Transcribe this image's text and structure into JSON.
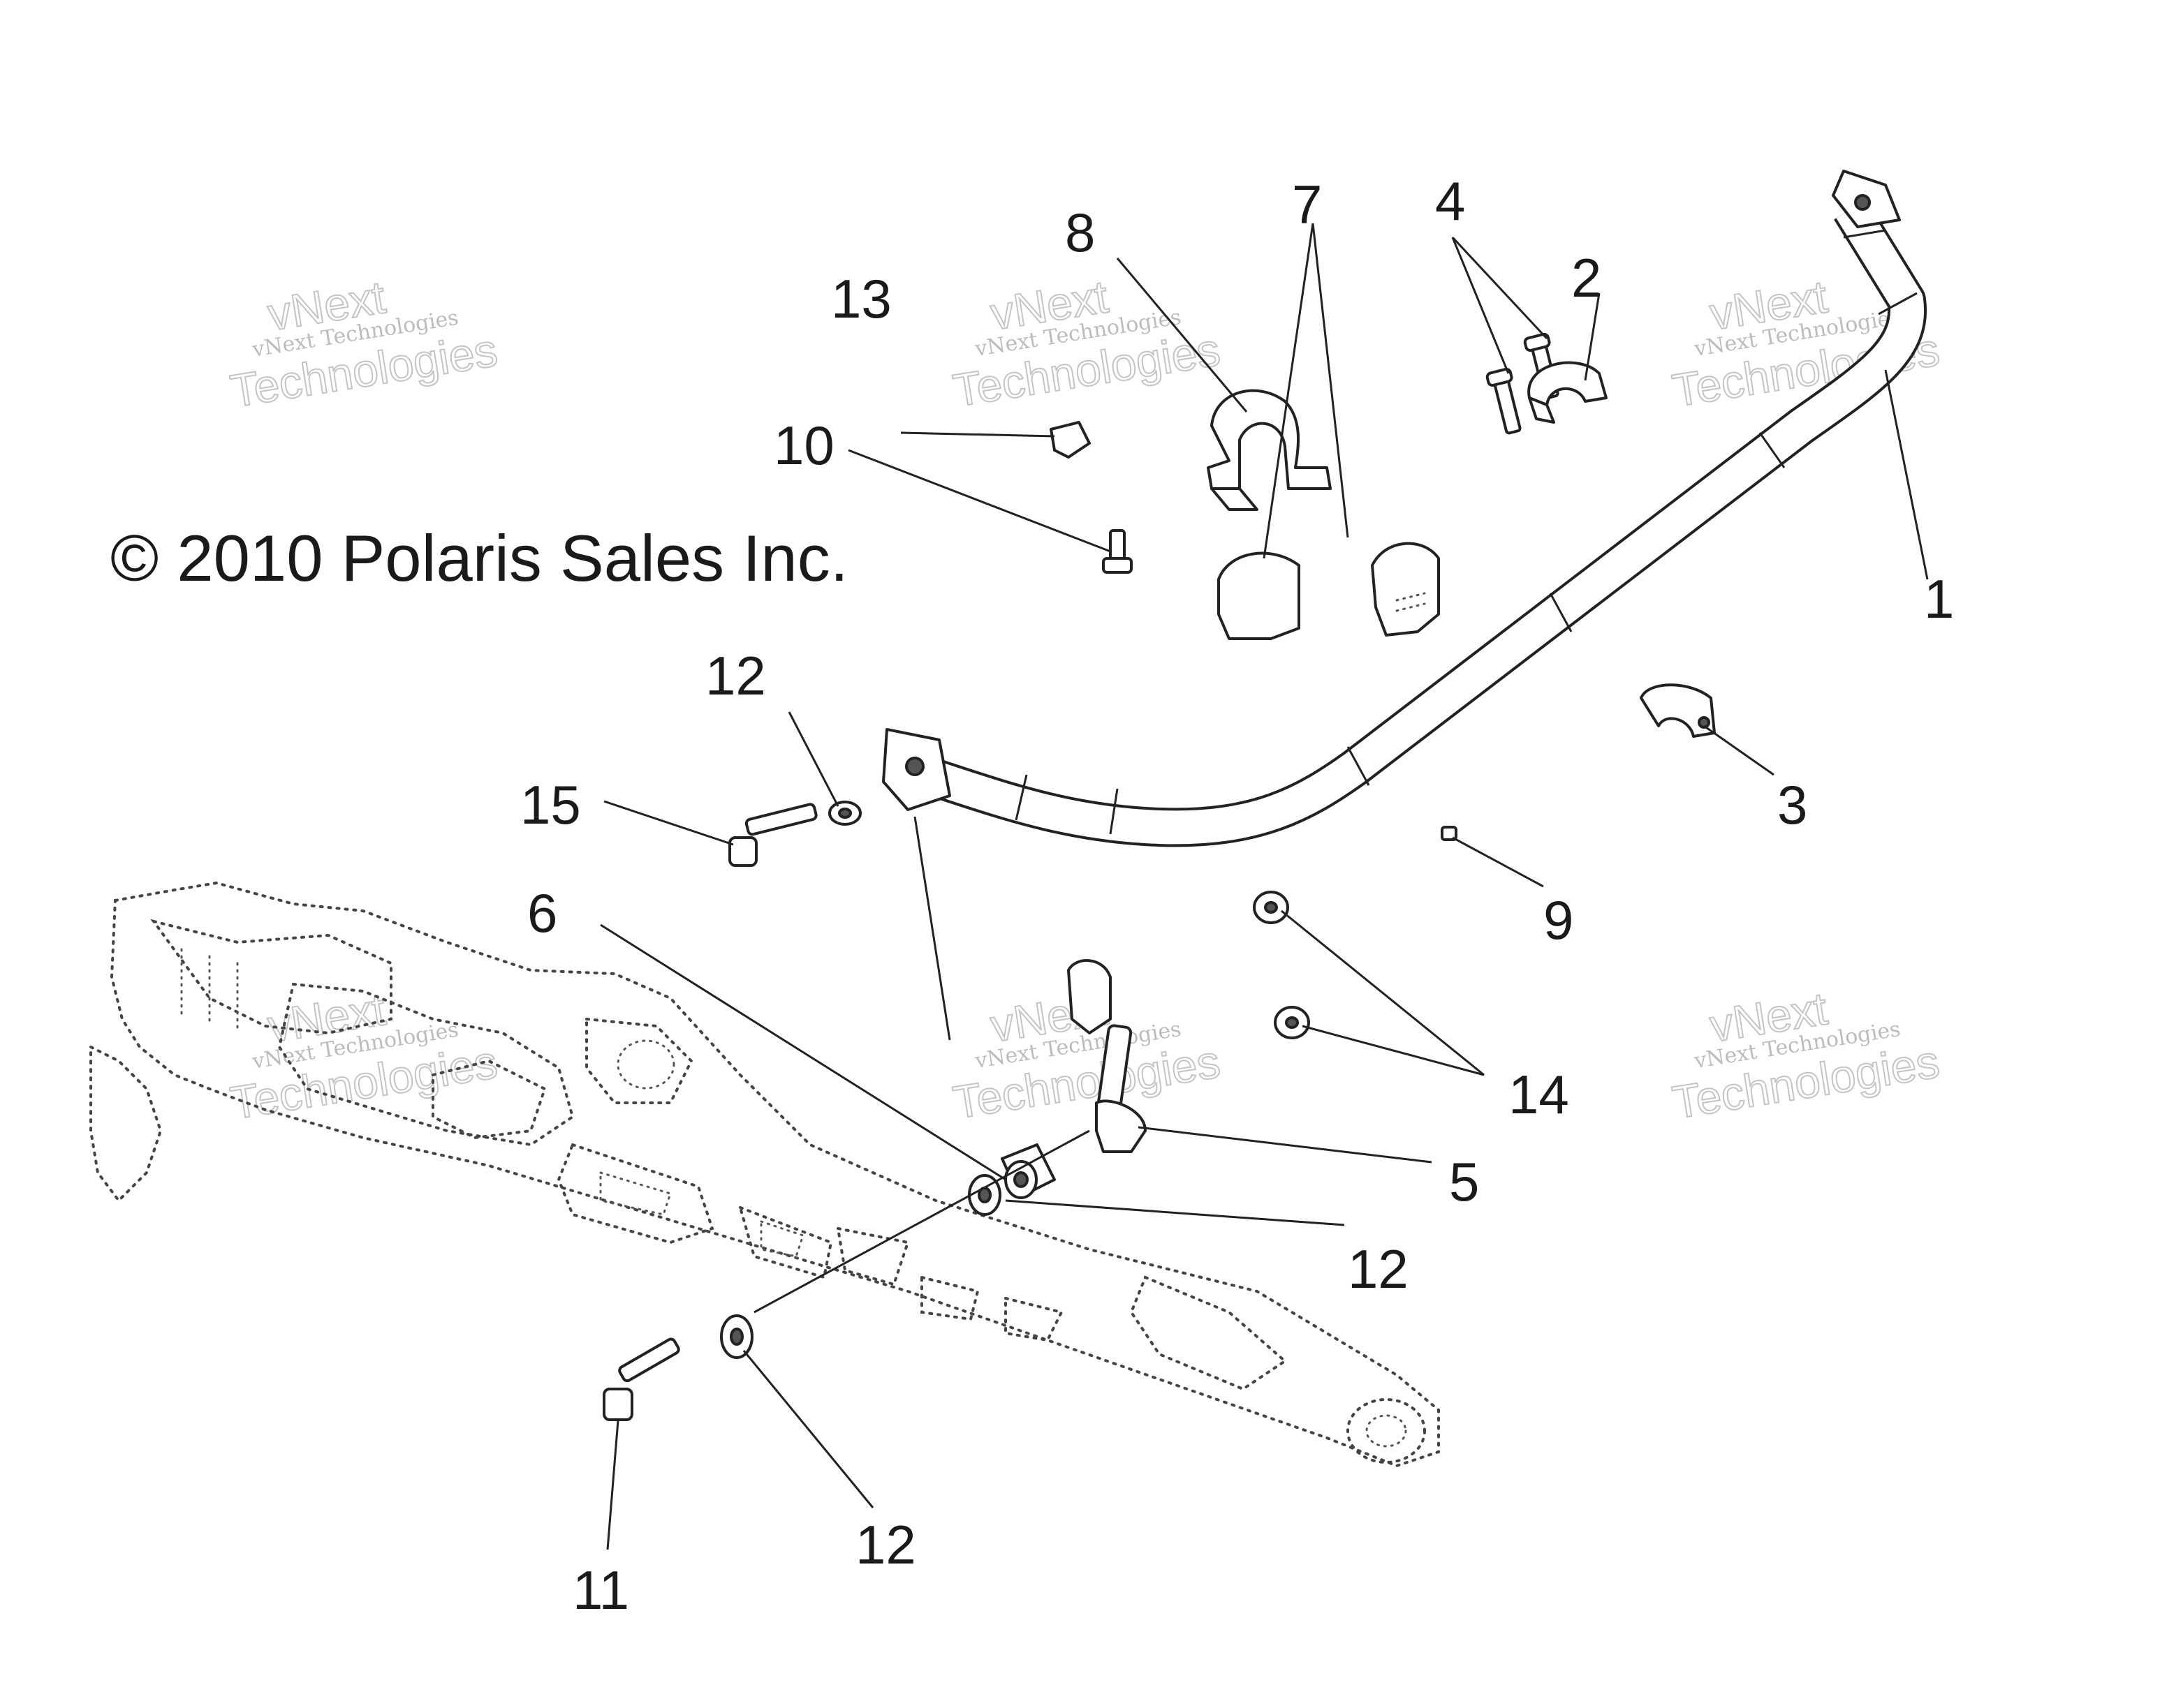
{
  "copyright": "© 2010 Polaris Sales Inc.",
  "watermark": {
    "line1": "vNext Technologies",
    "line2": "vNext",
    "line3": "Technologies"
  },
  "callouts": [
    "1",
    "2",
    "3",
    "4",
    "5",
    "6",
    "7",
    "8",
    "9",
    "10",
    "11",
    "12",
    "12",
    "12",
    "13",
    "14",
    "15"
  ]
}
